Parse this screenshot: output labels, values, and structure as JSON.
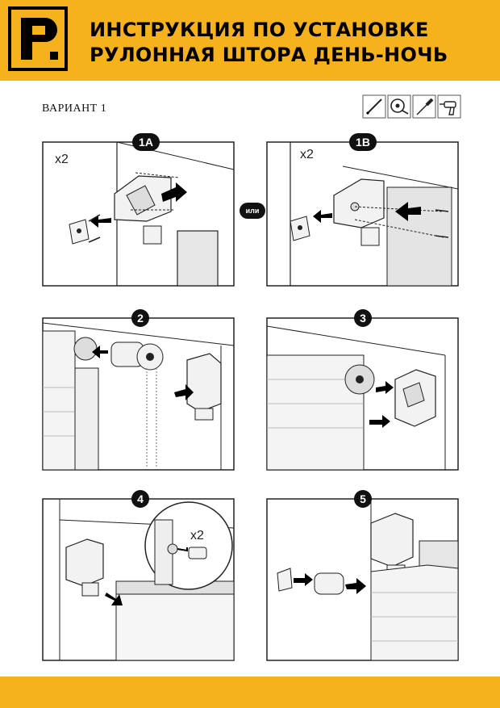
{
  "header": {
    "title_line1": "ИНСТРУКЦИЯ ПО УСТАНОВКЕ",
    "title_line2": "РУЛОННАЯ ШТОРА ДЕНЬ-НОЧЬ",
    "logo_icon": "brand-logo-p",
    "background_color": "#f6b21c"
  },
  "variant_label": "ВАРИАНТ 1",
  "tools": [
    "pencil-icon",
    "tape-measure-icon",
    "screwdriver-icon",
    "drill-icon"
  ],
  "steps": [
    {
      "badge": "1A",
      "multiplier": "x2"
    },
    {
      "badge": "1B",
      "multiplier": "x2"
    },
    {
      "badge": "2"
    },
    {
      "badge": "3"
    },
    {
      "badge": "4",
      "multiplier": "x2"
    },
    {
      "badge": "5"
    }
  ],
  "separator": "или"
}
